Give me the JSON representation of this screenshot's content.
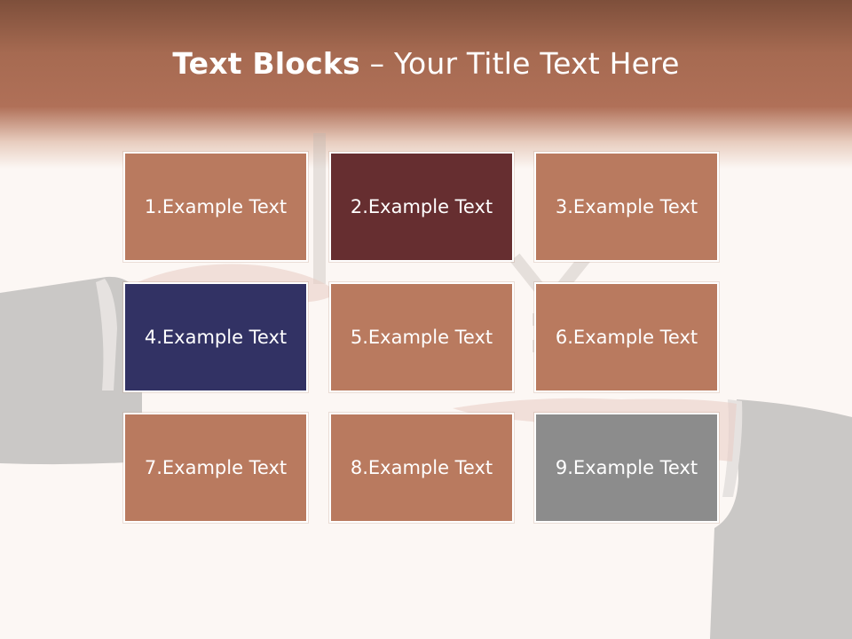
{
  "title": {
    "bold": "Text Blocks",
    "rest": " – Your Title Text Here"
  },
  "colors": {
    "header": "#a66a51",
    "tile_default": "#b97a5f",
    "tile_dark_red": "#662e30",
    "tile_navy": "#323264",
    "tile_gray": "#8c8c8c",
    "background": "#fcf7f4"
  },
  "tiles": [
    {
      "label": "1.Example Text",
      "color": "#b97a5f"
    },
    {
      "label": "2.Example Text",
      "color": "#662e30"
    },
    {
      "label": "3.Example Text",
      "color": "#b97a5f"
    },
    {
      "label": "4.Example Text",
      "color": "#323264"
    },
    {
      "label": "5.Example Text",
      "color": "#b97a5f"
    },
    {
      "label": "6.Example Text",
      "color": "#b97a5f"
    },
    {
      "label": "7.Example Text",
      "color": "#b97a5f"
    },
    {
      "label": "8.Example Text",
      "color": "#b97a5f"
    },
    {
      "label": "9.Example Text",
      "color": "#8c8c8c"
    }
  ],
  "background_image": "business-handshake-with-currency-sign"
}
